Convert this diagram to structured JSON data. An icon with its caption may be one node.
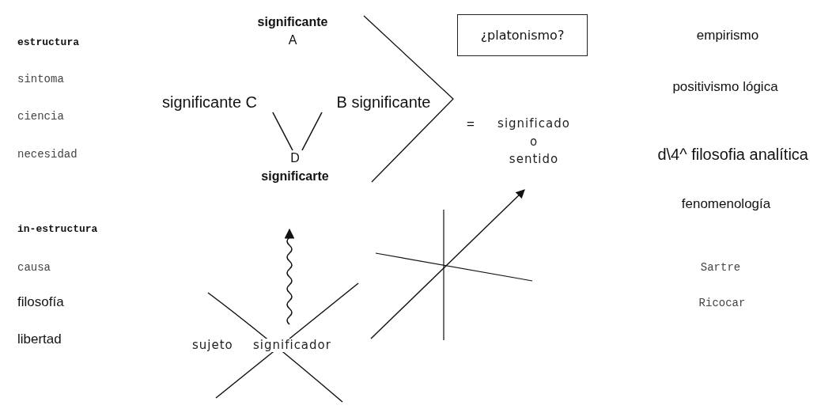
{
  "diagram": {
    "nodes": [
      {
        "text": [
          "significante",
          "A"
        ]
      },
      {
        "text": [
          "significante C"
        ]
      },
      {
        "text": [
          "B significante"
        ]
      },
      {
        "text": [
          "D",
          "significarte"
        ]
      },
      {
        "text": [
          "¿platonismo?"
        ]
      }
    ],
    "edges": [
      {
        "from": 1,
        "to": 3,
        "arrow": "none"
      },
      {
        "from": 2,
        "to": 3,
        "arrow": "none"
      }
    ],
    "labels": [
      "estructura",
      "sintoma",
      "ciencia",
      "necesidad",
      "=",
      "significado o sentido",
      "empirismo",
      "positivismo lógica",
      "d\\4^ filosofia analítica",
      "fenomenología",
      "in-estructura",
      "causa",
      "filosofía",
      "libertad",
      "sujeto",
      "significador",
      "Sartre",
      "Ricocar"
    ]
  }
}
